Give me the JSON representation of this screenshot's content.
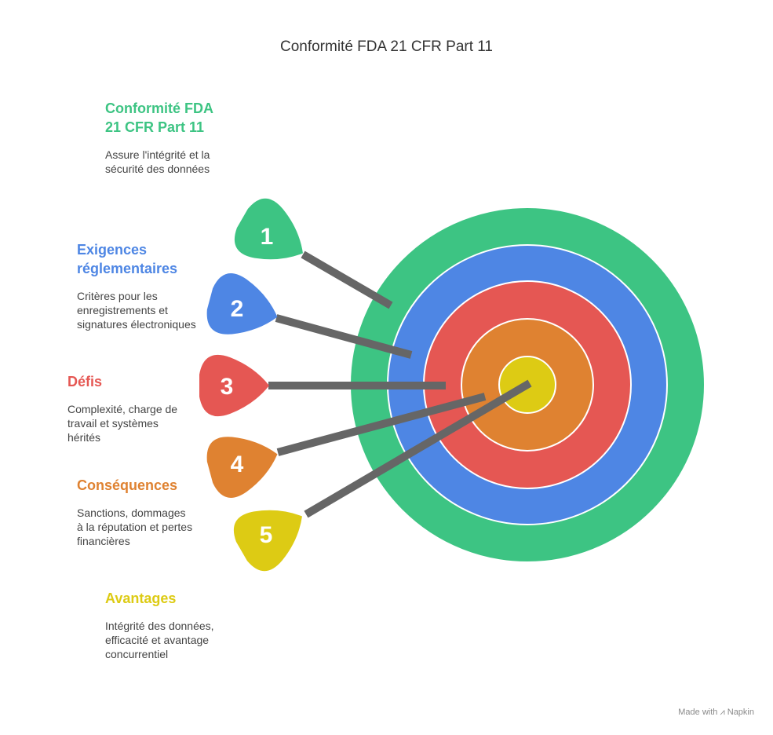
{
  "title": "Conformité FDA 21 CFR Part 11",
  "items": [
    {
      "number": "1",
      "title": "Conformité FDA 21 CFR Part 11",
      "description": "Assure l'intégrité et la sécurité des données",
      "color": "#3DC483"
    },
    {
      "number": "2",
      "title": "Exigences réglementaires",
      "description": "Critères pour les enregistrements et signatures électroniques",
      "color": "#4E86E4"
    },
    {
      "number": "3",
      "title": "Défis",
      "description": "Complexité, charge de travail et systèmes hérités",
      "color": "#E55753"
    },
    {
      "number": "4",
      "title": "Conséquences",
      "description": "Sanctions, dommages à la réputation et pertes financières",
      "color": "#DF8231"
    },
    {
      "number": "5",
      "title": "Avantages",
      "description": "Intégrité des données, efficacité et avantage concurrentiel",
      "color": "#DDCB14"
    }
  ],
  "shaft_color": "#666666",
  "watermark": {
    "prefix": "Made with",
    "brand": "Napkin"
  }
}
